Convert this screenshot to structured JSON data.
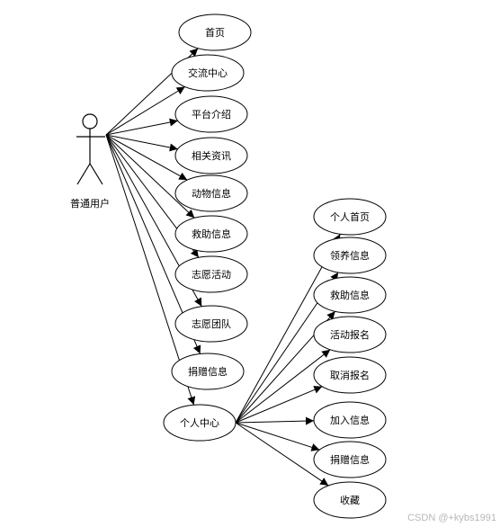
{
  "actor": {
    "label": "普通用户"
  },
  "primary_use_cases": [
    {
      "label": "首页"
    },
    {
      "label": "交流中心"
    },
    {
      "label": "平台介绍"
    },
    {
      "label": "相关资讯"
    },
    {
      "label": "动物信息"
    },
    {
      "label": "救助信息"
    },
    {
      "label": "志愿活动"
    },
    {
      "label": "志愿团队"
    },
    {
      "label": "捐赠信息"
    },
    {
      "label": "个人中心"
    }
  ],
  "personal_center_use_cases": [
    {
      "label": "个人首页"
    },
    {
      "label": "领养信息"
    },
    {
      "label": "救助信息"
    },
    {
      "label": "活动报名"
    },
    {
      "label": "取消报名"
    },
    {
      "label": "加入信息"
    },
    {
      "label": "捐赠信息"
    },
    {
      "label": "收藏"
    }
  ],
  "watermark": "CSDN @+kybs1991"
}
